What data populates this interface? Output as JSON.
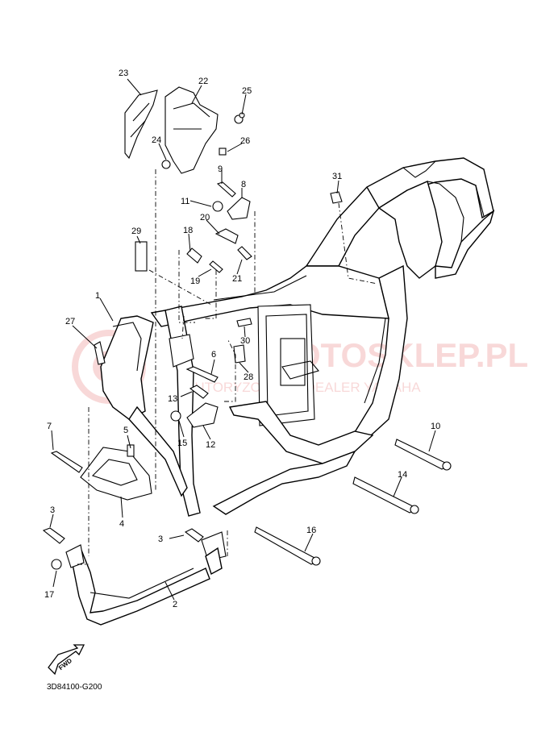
{
  "diagram_code": "3D84100-G200",
  "fwd_arrow_label": "FWD",
  "watermark": {
    "brand": "MOTOSKLEP.PL",
    "tagline": "AUTORYZOWANY DEALER YAMAHA",
    "color": "#e05050"
  },
  "callouts": [
    "1",
    "2",
    "3",
    "3",
    "4",
    "5",
    "6",
    "7",
    "8",
    "9",
    "10",
    "11",
    "12",
    "13",
    "14",
    "15",
    "16",
    "17",
    "18",
    "19",
    "20",
    "21",
    "22",
    "23",
    "24",
    "25",
    "26",
    "27",
    "28",
    "29",
    "30",
    "31"
  ]
}
